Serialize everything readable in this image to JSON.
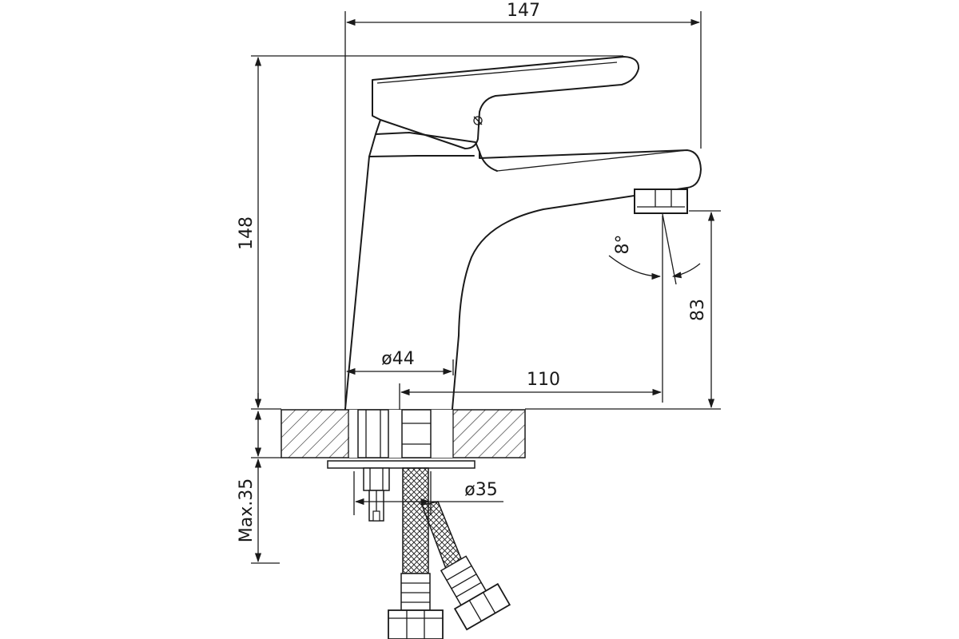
{
  "dimensions": {
    "width": "147",
    "height": "148",
    "spout_height": "83",
    "spout_reach": "110",
    "base_diameter": "ø44",
    "mount_diameter": "ø35",
    "max_thickness": "Max.35",
    "spout_angle": "8°"
  }
}
